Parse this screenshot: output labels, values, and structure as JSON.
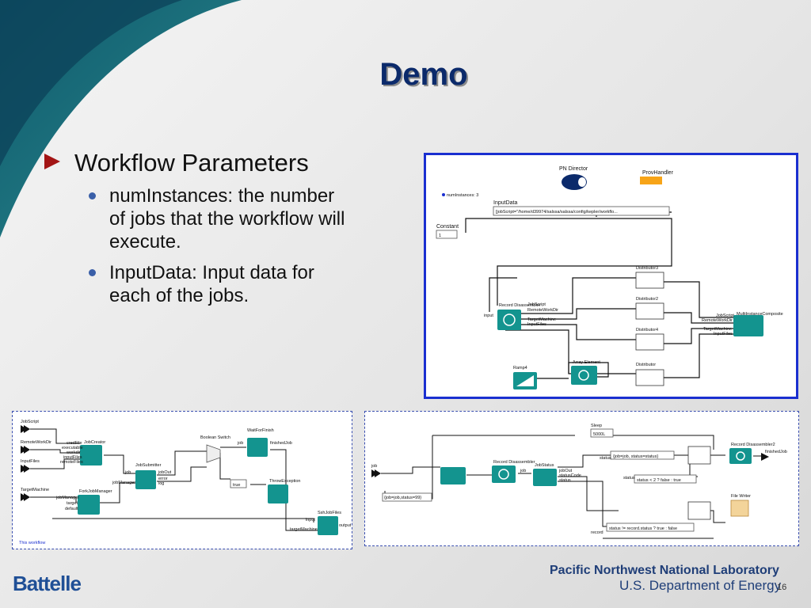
{
  "slide": {
    "title": "Demo",
    "bullet": "Workflow Parameters",
    "sub_bullets": [
      "numInstances:  the number of jobs that the workflow will execute.",
      "InputData:  Input data for each of the jobs."
    ],
    "page_number": "16"
  },
  "footer": {
    "battelle": "Battelle",
    "lab": "Pacific Northwest National Laboratory",
    "department": "U.S. Department of Energy"
  },
  "top_workflow": {
    "director": "PN Director",
    "prov_handler": "ProvHandler",
    "param": "numInstances: 3",
    "input_data_label": "InputData",
    "input_data_value": "[jobScript=\"/home/d39974/salssa/salssa/config/kepler/workflo...",
    "constant_label": "Constant",
    "constant_value": "1",
    "record_disassembler": "Record Disassembler",
    "rd_ports": [
      "input",
      "JobScript",
      "RemoteWorkDir",
      "TargetMachine",
      "InputFiles"
    ],
    "distributors": [
      "Distributor3",
      "Distributor2",
      "Distributor4",
      "Distributor"
    ],
    "multi_instance": "MultiInstanceComposite",
    "mi_ports": [
      "JobScript",
      "RemoteWorkDir",
      "TargetMachine",
      "InputFiles"
    ],
    "ramp": "Ramp4",
    "array_element": "Array Element"
  },
  "bottom_left": {
    "inputs": [
      "JobScript",
      "RemoteWorkDir",
      "InputFiles",
      "TargetMachine"
    ],
    "job_creator": "JobCreator",
    "job_creator_ports": [
      "credFile",
      "executable",
      "workdir",
      "inputFiles",
      "remoteFiles"
    ],
    "job_submitter": "JobSubmitter",
    "job_submitter_ports": [
      "job",
      "jobOut",
      "jobManager",
      "error",
      "log"
    ],
    "fork_job_manager": "ForkJobManager",
    "fork_ports": [
      "jobManager",
      "target",
      "default"
    ],
    "boolean_switch": "Boolean Switch",
    "wait_for_finish": "WaitForFinish",
    "wait_ports": [
      "job",
      "finishedJob"
    ],
    "true_const": "true",
    "throw_exception": "ThrowException",
    "ssh_job_files": "SshJobFiles",
    "ssh_ports": [
      "input",
      "targetMachine",
      "output"
    ],
    "caption": "This workflow"
  },
  "bottom_right": {
    "sleep": "Sleep",
    "sleep_value": "5000L",
    "job_port": "job",
    "job_expr": "{job=job,status=99}",
    "record_disassembler": "Record Disassembler",
    "record_disassembler2": "Record Disassembler2",
    "job_status": "JobStatus",
    "job_status_ports": [
      "job",
      "jobOut",
      "statusCode",
      "status"
    ],
    "expr1": "{job=job, status=status}",
    "expr2": "status  < 2 ? false : true",
    "expr3": "status != record.status ? true : false",
    "finished_job": "finishedJob",
    "file_writer": "File Writer",
    "misc_ports": [
      "status",
      "status",
      "record"
    ]
  },
  "colors": {
    "title": "#0b2a6b",
    "actor": "#13948f",
    "swoosh": "#1f6f78",
    "panel_border": "#1a2fd0"
  }
}
